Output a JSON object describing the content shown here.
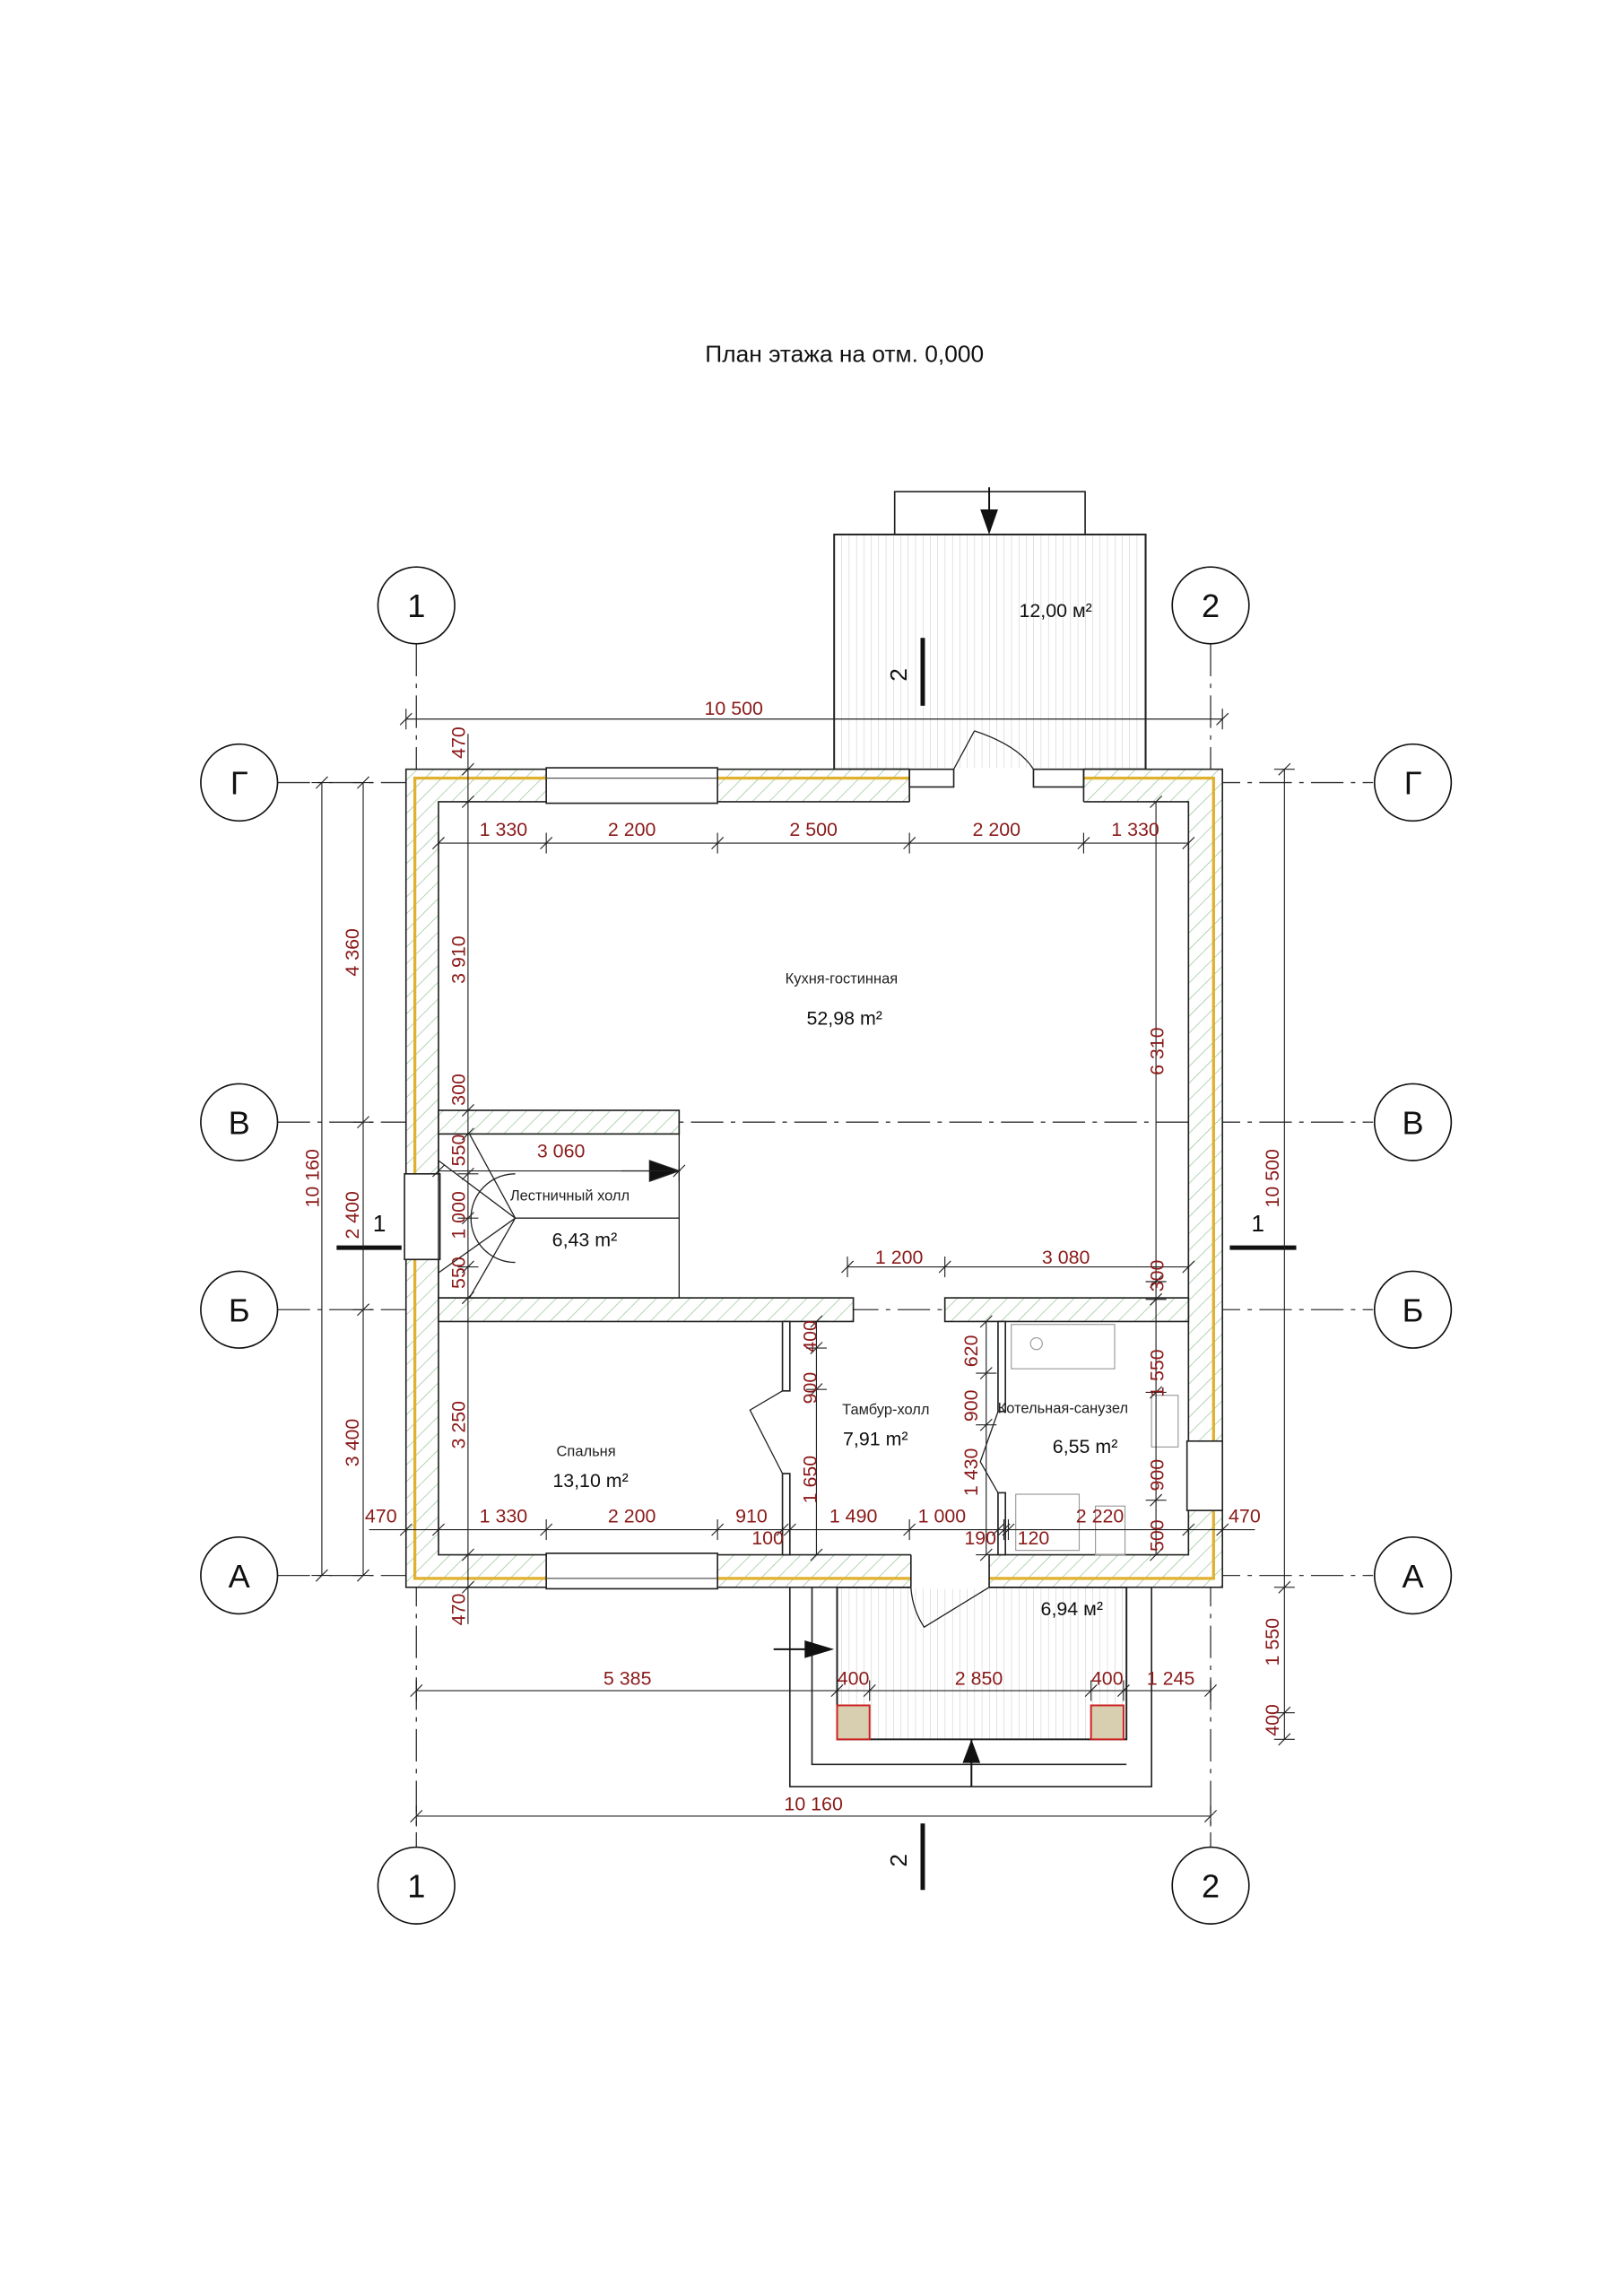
{
  "title": "План этажа на отм. 0,000",
  "axes": {
    "letters": [
      "Г",
      "В",
      "Б",
      "А"
    ],
    "numbers": [
      "1",
      "2"
    ]
  },
  "sections": {
    "horizontal": "1",
    "vertical": "2"
  },
  "rooms": [
    {
      "name": "Кухня-гостинная",
      "area": "52,98 m²"
    },
    {
      "name": "Лестничный холл",
      "area": "6,43 m²"
    },
    {
      "name": "Спальня",
      "area": "13,10 m²"
    },
    {
      "name": "Тамбур-холл",
      "area": "7,91 m²"
    },
    {
      "name": "Котельная-санузел",
      "area": "6,55 m²"
    },
    {
      "name": "",
      "area": "6,94 м²"
    },
    {
      "name": "",
      "area": "12,00 м²"
    }
  ],
  "dims": {
    "top_total": "10 500",
    "row1": [
      "1 330",
      "2 200",
      "2 500",
      "2 200",
      "1 330"
    ],
    "stair_width": "3 060",
    "row2": [
      "1 200",
      "3 080"
    ],
    "row3": [
      "470",
      "1 330",
      "2 200",
      "910",
      "1 490",
      "1 000",
      "2 220",
      "470"
    ],
    "row3b": [
      "100",
      "190",
      "120"
    ],
    "row4": [
      "5 385",
      "400",
      "2 850",
      "400",
      "1 245"
    ],
    "bottom_total": "10 160",
    "left_outer": [
      "4 360",
      "2 400",
      "3 400"
    ],
    "left_total": "10 160",
    "left_inner": [
      "470",
      "3 910",
      "300",
      "550",
      "1 000",
      "550",
      "3 250",
      "470"
    ],
    "right_inner": [
      "6 310",
      "300",
      "1 550",
      "900",
      "500"
    ],
    "tambur_left": [
      "400",
      "900",
      "1 650"
    ],
    "tambur_right": [
      "620",
      "900",
      "1 430"
    ],
    "right_outer": [
      "10 500",
      "1 550",
      "400"
    ]
  },
  "colors": {
    "dimension": "#8b1a1a",
    "hatch": "#8fbf8f",
    "insulation": "#e0b030",
    "column": "#cc2222"
  }
}
